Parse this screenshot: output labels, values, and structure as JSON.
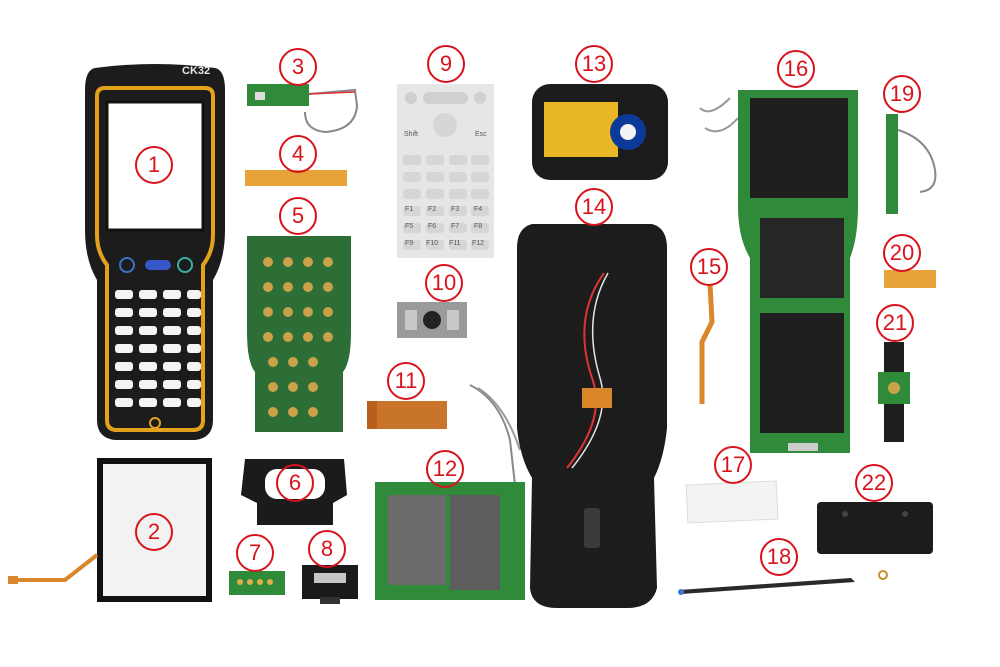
{
  "device": {
    "model_label": "CK32"
  },
  "keypad_labels": {
    "row1": [
      "Shift",
      "Esc"
    ],
    "row2": [
      "F1",
      "F2",
      "F3",
      "F4"
    ],
    "row3": [
      "F5",
      "F6",
      "F7",
      "F8"
    ],
    "row4": [
      "F9",
      "F10",
      "F11",
      "F12"
    ]
  },
  "callouts": [
    "1",
    "2",
    "3",
    "4",
    "5",
    "6",
    "7",
    "8",
    "9",
    "10",
    "11",
    "12",
    "13",
    "14",
    "15",
    "16",
    "17",
    "18",
    "19",
    "20",
    "21",
    "22"
  ],
  "colors": {
    "callout": "#d8131b",
    "pcb_green": "#2f8a3a",
    "housing_black": "#1c1c1c",
    "bezel_yellow": "#e2a21b",
    "flex_orange": "#d9872a"
  }
}
